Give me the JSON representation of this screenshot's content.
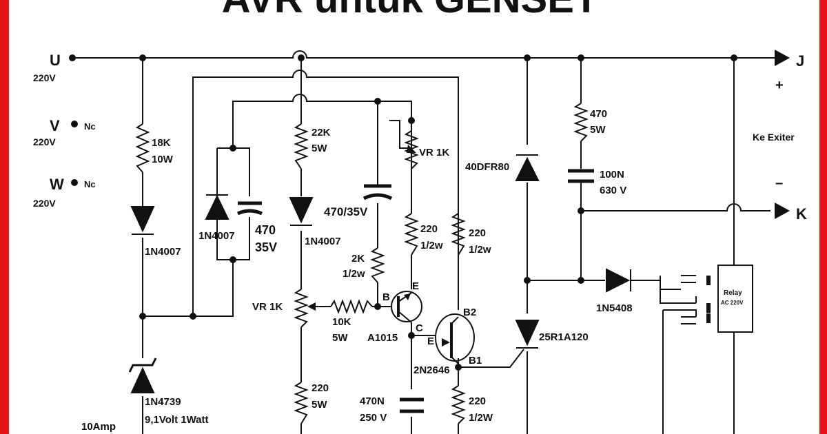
{
  "title": "AVR untuk GENSET",
  "terminals": {
    "u": "U",
    "u_volt": "220V",
    "v": "V",
    "v_volt": "220V",
    "v_nc": "Nc",
    "w": "W",
    "w_volt": "220V",
    "w_nc": "Nc",
    "j": "J",
    "plus": "+",
    "k": "K",
    "minus": "–",
    "ke_exiter": "Ke Exiter"
  },
  "components": {
    "r1_val": "18K",
    "r1_pow": "10W",
    "d1": "1N4007",
    "zd": "1N4739",
    "zd_spec": "9,1Volt 1Watt",
    "amp": "10Amp",
    "d2": "1N4007",
    "c1_val": "470",
    "c1_volt": "35V",
    "r2_val": "22K",
    "r2_pow": "5W",
    "d3": "1N4007",
    "vr1": "VR 1K",
    "r3_val": "220",
    "r3_pow": "5W",
    "c2": "470/35V",
    "vr2": "VR 1K",
    "r4_val": "2K",
    "r4_pow": "1/2w",
    "r5_val": "220",
    "r5_pow": "1/2w",
    "r6_val": "220",
    "r6_pow": "1/2w",
    "r7_val": "10K",
    "r7_pow": "5W",
    "q1": "A1015",
    "q1_b": "B",
    "q1_e": "E",
    "q1_c": "C",
    "q2": "2N2646",
    "q2_b2": "B2",
    "q2_b1": "B1",
    "q2_e": "E",
    "c3_val": "470N",
    "c3_volt": "250 V",
    "r8_val": "220",
    "r8_pow": "1/2W",
    "d4": "40DFR80",
    "scr": "25R1A120",
    "r9_val": "470",
    "r9_pow": "5W",
    "c4_val": "100N",
    "c4_volt": "630 V",
    "d5": "1N5408",
    "relay": "Relay",
    "relay_volt": "AC 220V"
  }
}
